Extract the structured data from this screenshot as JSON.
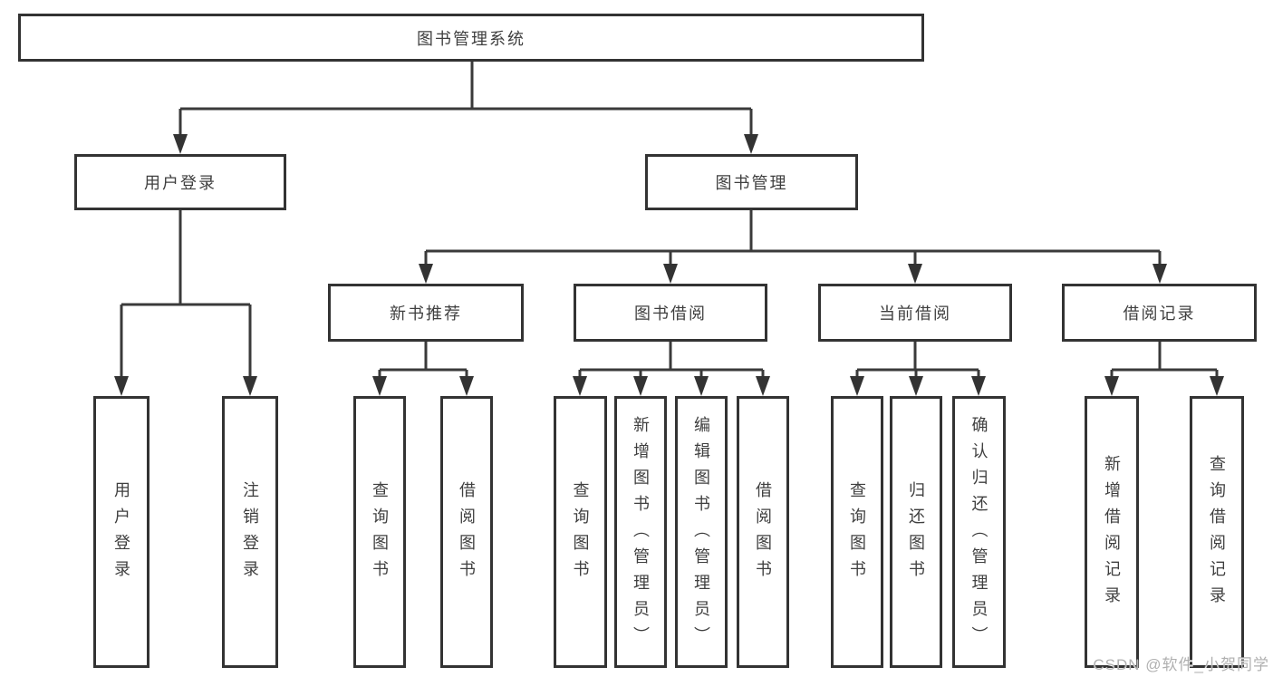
{
  "tree": {
    "root": {
      "label": "图书管理系统"
    },
    "level1": [
      {
        "label": "用户登录",
        "children": [
          {
            "label": "用户登录"
          },
          {
            "label": "注销登录"
          }
        ]
      },
      {
        "label": "图书管理",
        "children": [
          {
            "label": "新书推荐",
            "children": [
              {
                "label": "查询图书"
              },
              {
                "label": "借阅图书"
              }
            ]
          },
          {
            "label": "图书借阅",
            "children": [
              {
                "label": "查询图书"
              },
              {
                "label": "新增图书（管理员）"
              },
              {
                "label": "编辑图书（管理员）"
              },
              {
                "label": "借阅图书"
              }
            ]
          },
          {
            "label": "当前借阅",
            "children": [
              {
                "label": "查询图书"
              },
              {
                "label": "归还图书"
              },
              {
                "label": "确认归还（管理员）"
              }
            ]
          },
          {
            "label": "借阅记录",
            "children": [
              {
                "label": "新增借阅记录"
              },
              {
                "label": "查询借阅记录"
              }
            ]
          }
        ]
      }
    ]
  },
  "watermark": "CSDN @软件_小贺同学",
  "colors": {
    "line": "#3a3a3a",
    "box_border": "#333333",
    "text": "#3f3f3f",
    "background": "#ffffff",
    "watermark": "#b0b0b0"
  }
}
